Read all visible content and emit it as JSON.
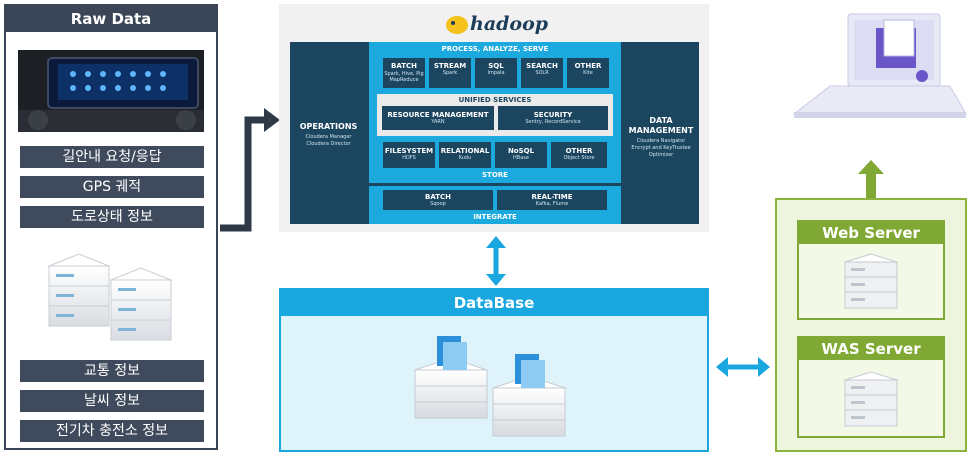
{
  "raw": {
    "title": "Raw Data",
    "items_top": [
      "길안내 요청/응답",
      "GPS 궤적",
      "도로상태 정보"
    ],
    "items_bottom": [
      "교통 정보",
      "날씨 정보",
      "전기차 충전소 정보"
    ]
  },
  "hadoop": {
    "logo": "hadoop",
    "process_title": "PROCESS, ANALYZE, SERVE",
    "engines": [
      {
        "name": "BATCH",
        "sub": "Spark, Hive, Pig MapReduce"
      },
      {
        "name": "STREAM",
        "sub": "Spark"
      },
      {
        "name": "SQL",
        "sub": "Impala"
      },
      {
        "name": "SEARCH",
        "sub": "SOLR"
      },
      {
        "name": "OTHER",
        "sub": "Kite"
      }
    ],
    "unified_title": "UNIFIED SERVICES",
    "unified": [
      {
        "name": "RESOURCE MANAGEMENT",
        "sub": "YARN"
      },
      {
        "name": "SECURITY",
        "sub": "Sentry, RecordService"
      }
    ],
    "stores": [
      {
        "name": "FILESYSTEM",
        "sub": "HDFS"
      },
      {
        "name": "RELATIONAL",
        "sub": "Kudu"
      },
      {
        "name": "NoSQL",
        "sub": "HBase"
      },
      {
        "name": "OTHER",
        "sub": "Object Store"
      }
    ],
    "store_title": "STORE",
    "integrate": [
      {
        "name": "BATCH",
        "sub": "Sqoop"
      },
      {
        "name": "REAL-TIME",
        "sub": "Kafka, Flume"
      }
    ],
    "integrate_title": "INTEGRATE",
    "operations": {
      "name": "OPERATIONS",
      "sub1": "Cloudera Manager",
      "sub2": "Cloudera Director"
    },
    "data_mgmt": {
      "name1": "DATA",
      "name2": "MANAGEMENT",
      "sub1": "Cloudera Navigator",
      "sub2": "Encrypt and KeyTrustee",
      "sub3": "Optimizer"
    }
  },
  "database": {
    "title": "DataBase"
  },
  "servers": {
    "web": "Web Server",
    "was": "WAS Server"
  },
  "colors": {
    "navy": "#3a4657",
    "cyan": "#1aa7e0",
    "green": "#7fa934"
  }
}
